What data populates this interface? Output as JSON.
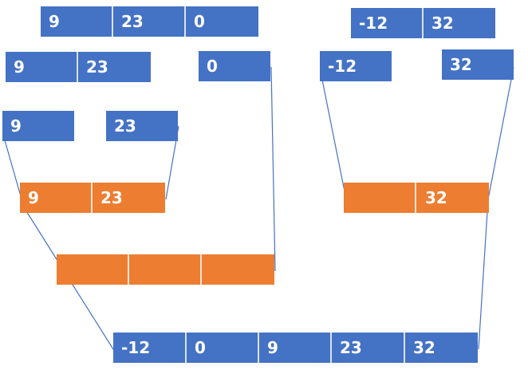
{
  "colors": {
    "split": "#4472c4",
    "merge": "#ed7d31",
    "line": "#4472c4"
  },
  "arrays": {
    "left_root": [
      "9",
      "23",
      "0"
    ],
    "right_root": [
      "-12",
      "32"
    ],
    "left_split": [
      "9",
      "23"
    ],
    "left_split_right": [
      "0"
    ],
    "right_split_left": [
      "-12"
    ],
    "right_split_right": [
      "32"
    ],
    "leaf_9": [
      "9"
    ],
    "leaf_23": [
      "23"
    ],
    "merge_9_23": [
      "9",
      "23"
    ],
    "merge_right": [
      "",
      "32"
    ],
    "merge_left_full": [
      "",
      "",
      ""
    ],
    "result": [
      "-12",
      "0",
      "9",
      "23",
      "32"
    ]
  }
}
